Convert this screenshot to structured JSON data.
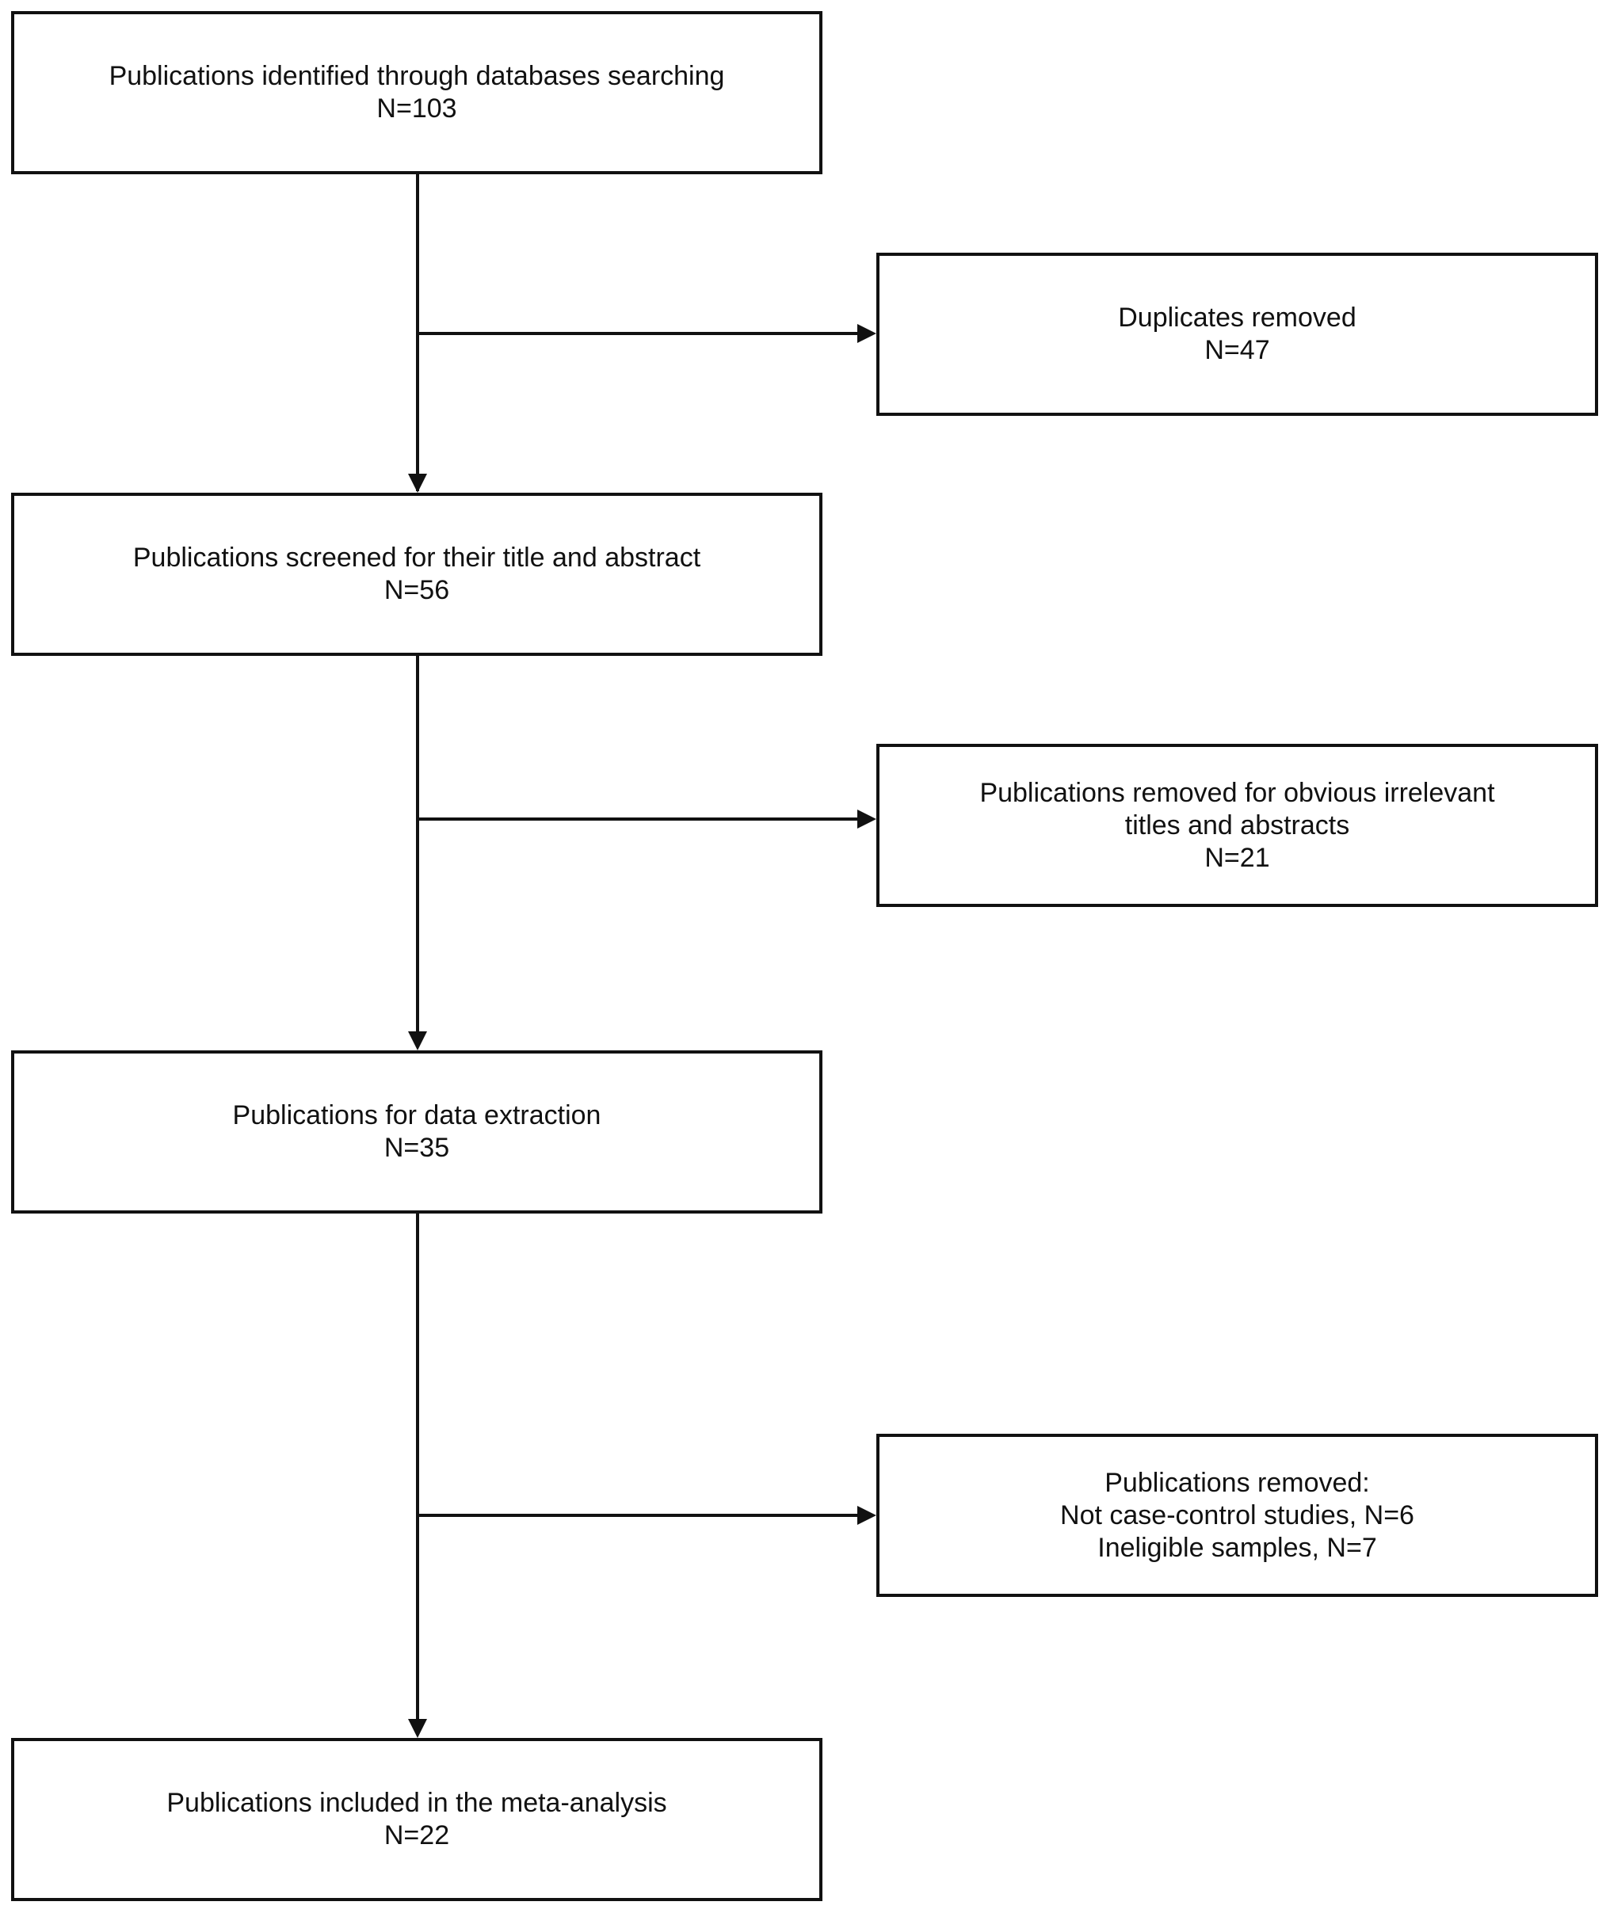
{
  "flow": {
    "identified": {
      "label": "Publications identified through databases searching",
      "count": "N=103"
    },
    "duplicates": {
      "label": "Duplicates removed",
      "count": "N=47"
    },
    "screened": {
      "label": "Publications screened for their title and abstract",
      "count": "N=56"
    },
    "irrelevant": {
      "line1": "Publications removed for obvious irrelevant",
      "line2": "titles and abstracts",
      "count": "N=21"
    },
    "extraction": {
      "label": "Publications for data extraction",
      "count": "N=35"
    },
    "removed": {
      "heading": "Publications removed:",
      "reason1": "Not case-control studies, N=6",
      "reason2": "Ineligible samples, N=7"
    },
    "included": {
      "label": "Publications included in the meta-analysis",
      "count": "N=22"
    }
  },
  "colors": {
    "line": "#111111",
    "background": "#ffffff"
  }
}
